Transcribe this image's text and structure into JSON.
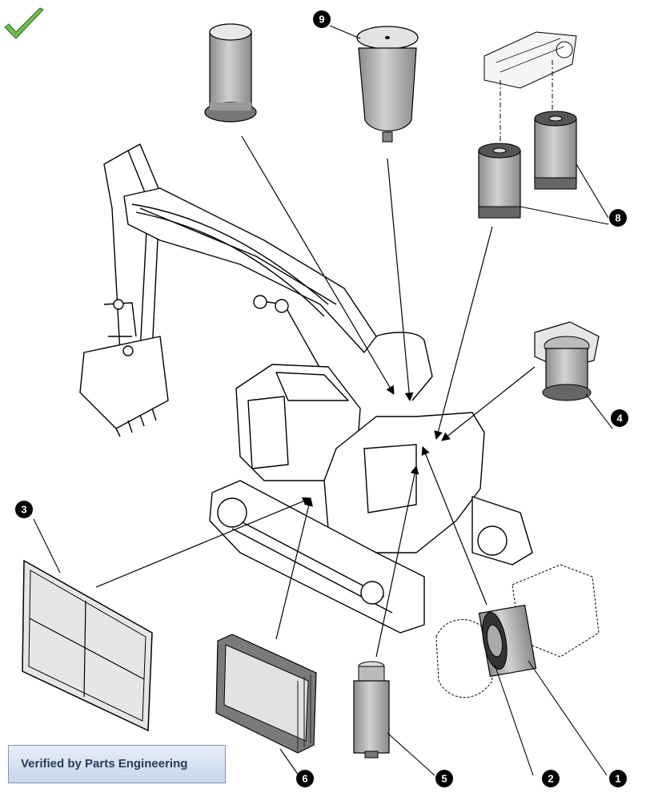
{
  "callouts": [
    {
      "id": "1",
      "name": "callout-1"
    },
    {
      "id": "2",
      "name": "callout-2"
    },
    {
      "id": "3",
      "name": "callout-3"
    },
    {
      "id": "4",
      "name": "callout-4"
    },
    {
      "id": "5",
      "name": "callout-5"
    },
    {
      "id": "6",
      "name": "callout-6"
    },
    {
      "id": "8",
      "name": "callout-8"
    },
    {
      "id": "9",
      "name": "callout-9"
    }
  ],
  "badge": {
    "label": "Verified by Parts Engineering",
    "check_color": "#6cc04a"
  },
  "colors": {
    "line": "#000000",
    "filter_body": "#bfbfbf",
    "filter_dark": "#555555",
    "panel_fill": "#e4e4e4"
  }
}
